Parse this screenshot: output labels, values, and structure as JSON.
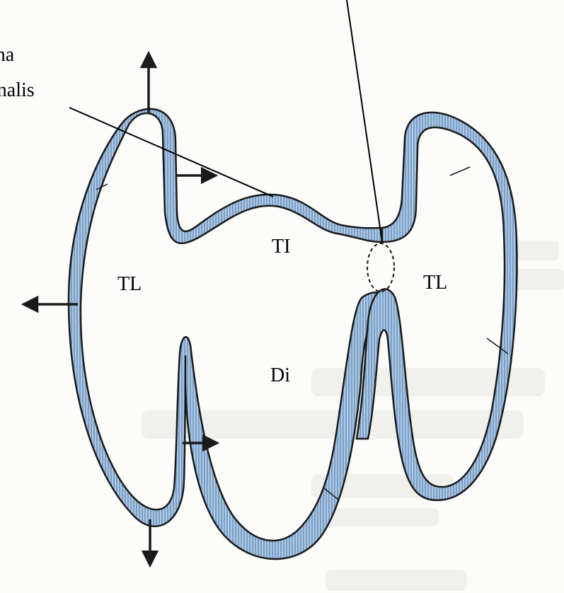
{
  "labels": {
    "lamina_line1": "ina",
    "lamina_line2": "inalis",
    "ti": "TI",
    "tl_left": "TL",
    "tl_right": "TL",
    "di": "Di"
  },
  "colors": {
    "band_fill": "#aac7e3",
    "band_hatch": "#5f87b4",
    "outline": "#1a1a1a",
    "arrow": "#1a1a1a",
    "ghost_text": "#e8e8e6"
  }
}
